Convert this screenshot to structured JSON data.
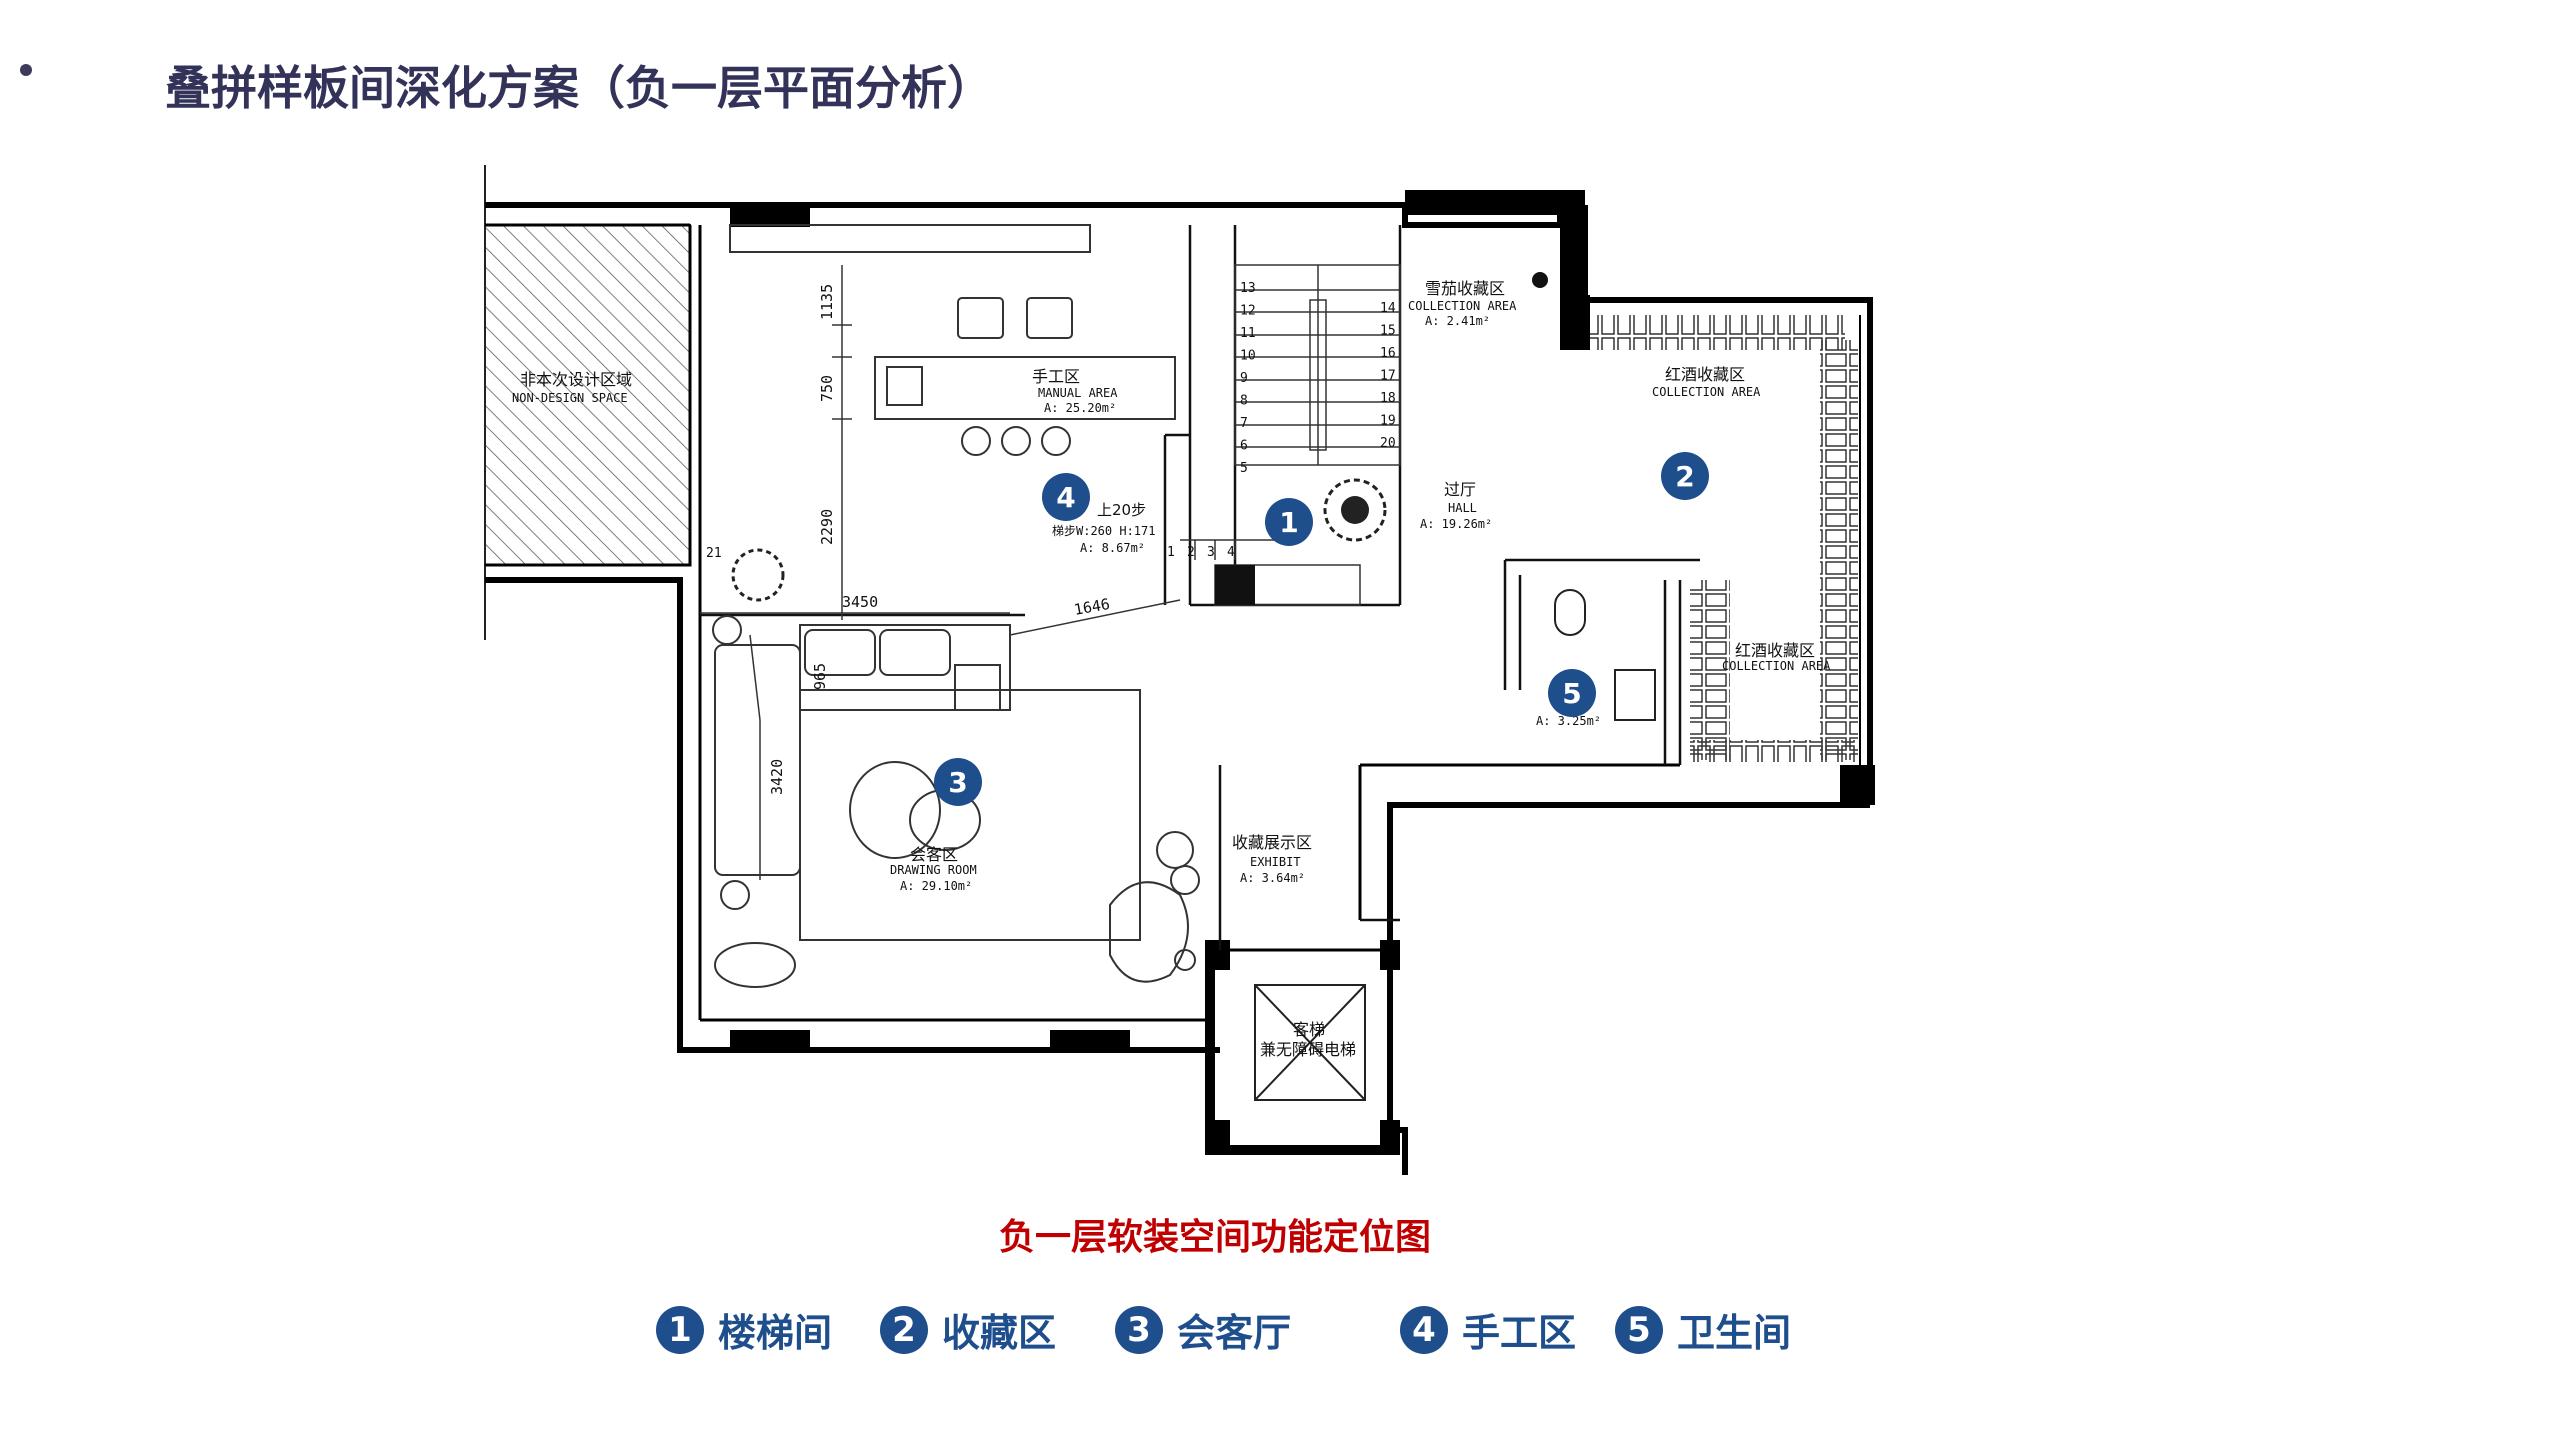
{
  "title": "叠拼样板间深化方案（负一层平面分析）",
  "caption": "负一层软装空间功能定位图",
  "legend": [
    {
      "num": "1",
      "label": "楼梯间"
    },
    {
      "num": "2",
      "label": "收藏区"
    },
    {
      "num": "3",
      "label": "会客厅"
    },
    {
      "num": "4",
      "label": "手工区"
    },
    {
      "num": "5",
      "label": "卫生间"
    }
  ],
  "plan": {
    "non_design": {
      "cn": "非本次设计区域",
      "en": "NON-DESIGN SPACE"
    },
    "manual": {
      "cn": "手工区",
      "en": "MANUAL AREA",
      "area": "A: 25.20m²"
    },
    "cigar": {
      "cn": "雪茄收藏区",
      "en": "COLLECTION AREA",
      "area": "A: 2.41m²"
    },
    "wine_top": {
      "cn": "红酒收藏区",
      "en": "COLLECTION AREA"
    },
    "wine_side": {
      "cn": "红酒收藏区",
      "en": "COLLECTION AREA"
    },
    "hall": {
      "cn": "过厅",
      "en": "HALL",
      "area": "A: 19.26m²"
    },
    "stairs": {
      "up": "上20步",
      "spec": "梯步W:260 H:171",
      "area": "A: 8.67m²"
    },
    "wc": {
      "area": "A: 3.25m²"
    },
    "drawing": {
      "cn": "会客区",
      "en": "DRAWING ROOM",
      "area": "A: 29.10m²"
    },
    "exhibit": {
      "cn": "收藏展示区",
      "en": "EXHIBIT",
      "area": "A: 3.64m²"
    },
    "elevator": {
      "cn1": "客梯",
      "cn2": "兼无障碍电梯"
    },
    "dims": {
      "d1135": "1135",
      "d750": "750",
      "d2290": "2290",
      "d3450": "3450",
      "d1646": "1646",
      "d965": "965",
      "d3420": "3420",
      "d21": "21"
    },
    "steps_right": [
      "13",
      "12",
      "11",
      "10",
      "9",
      "8",
      "7",
      "6",
      "5"
    ],
    "steps_left": [
      "14",
      "15",
      "16",
      "17",
      "18",
      "19",
      "20"
    ],
    "steps_bottom": [
      "1",
      "2",
      "3",
      "4"
    ],
    "badges": {
      "b1": "1",
      "b2": "2",
      "b3": "3",
      "b4": "4",
      "b5": "5"
    }
  }
}
